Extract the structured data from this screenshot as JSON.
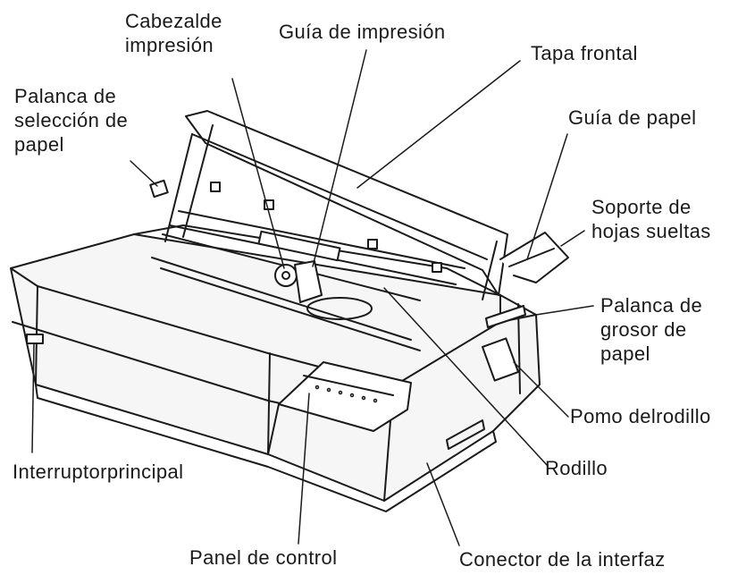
{
  "labels": {
    "print_head": [
      "Cabezalde",
      "impresión"
    ],
    "print_guide": [
      "Guía de impresión"
    ],
    "front_cover": [
      "Tapa frontal"
    ],
    "paper_select_lever": [
      "Palanca de",
      "selección de",
      "papel"
    ],
    "paper_guide": [
      "Guía de papel"
    ],
    "sheet_support": [
      "Soporte de",
      "hojas sueltas"
    ],
    "thickness_lever": [
      "Palanca de",
      "grosor de",
      "papel"
    ],
    "platen_knob": [
      "Pomo delrodillo"
    ],
    "main_switch": [
      "Interruptorprincipal"
    ],
    "platen": [
      "Rodillo"
    ],
    "control_panel": [
      "Panel de control"
    ],
    "interface_connector": [
      "Conector de la interfaz"
    ]
  }
}
